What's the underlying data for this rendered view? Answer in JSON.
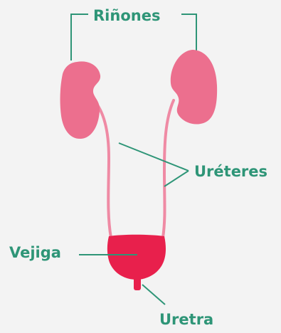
{
  "labels": {
    "kidneys": "Riñones",
    "ureters": "Uréteres",
    "bladder": "Vejiga",
    "urethra": "Uretra"
  },
  "colors": {
    "background": "#f3f3f3",
    "label_text": "#2e9577",
    "leader_line": "#2e9577",
    "kidney": "#ec6f8e",
    "ureter": "#ef8aa4",
    "bladder": "#e8204c"
  },
  "icons": {
    "kidney": "kidney-icon",
    "bladder": "bladder-icon"
  }
}
